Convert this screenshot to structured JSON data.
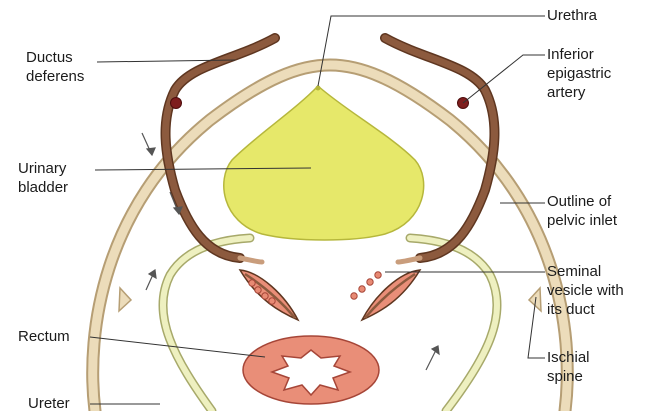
{
  "labels": {
    "ductus_deferens": "Ductus\ndeferens",
    "urinary_bladder": "Urinary\nbladder",
    "rectum": "Rectum",
    "ureter": "Ureter",
    "urethra": "Urethra",
    "inferior_epigastric_artery": "Inferior\nepigastric\nartery",
    "outline_pelvic_inlet": "Outline of\npelvic inlet",
    "seminal_vesicle": "Seminal\nvesicle with\nits duct",
    "ischial_spine": "Ischial\nspine"
  },
  "colors": {
    "bladder_fill": "#e6e86a",
    "bladder_stroke": "#b6b73c",
    "ductus": "#8c5a3e",
    "ductus_dark": "#5e3620",
    "ductus_light": "#c99d7c",
    "artery": "#7e1d1d",
    "pelvic_outline": "#ecdcba",
    "pelvic_outline_edge": "#b69e74",
    "ureter": "#eef0c0",
    "ureter_edge": "#a7a96a",
    "rectum_fill": "#e98e78",
    "rectum_stroke": "#a64638",
    "seminal_fill": "#e88a74",
    "leader_line": "#333333",
    "arrow": "#555555"
  }
}
